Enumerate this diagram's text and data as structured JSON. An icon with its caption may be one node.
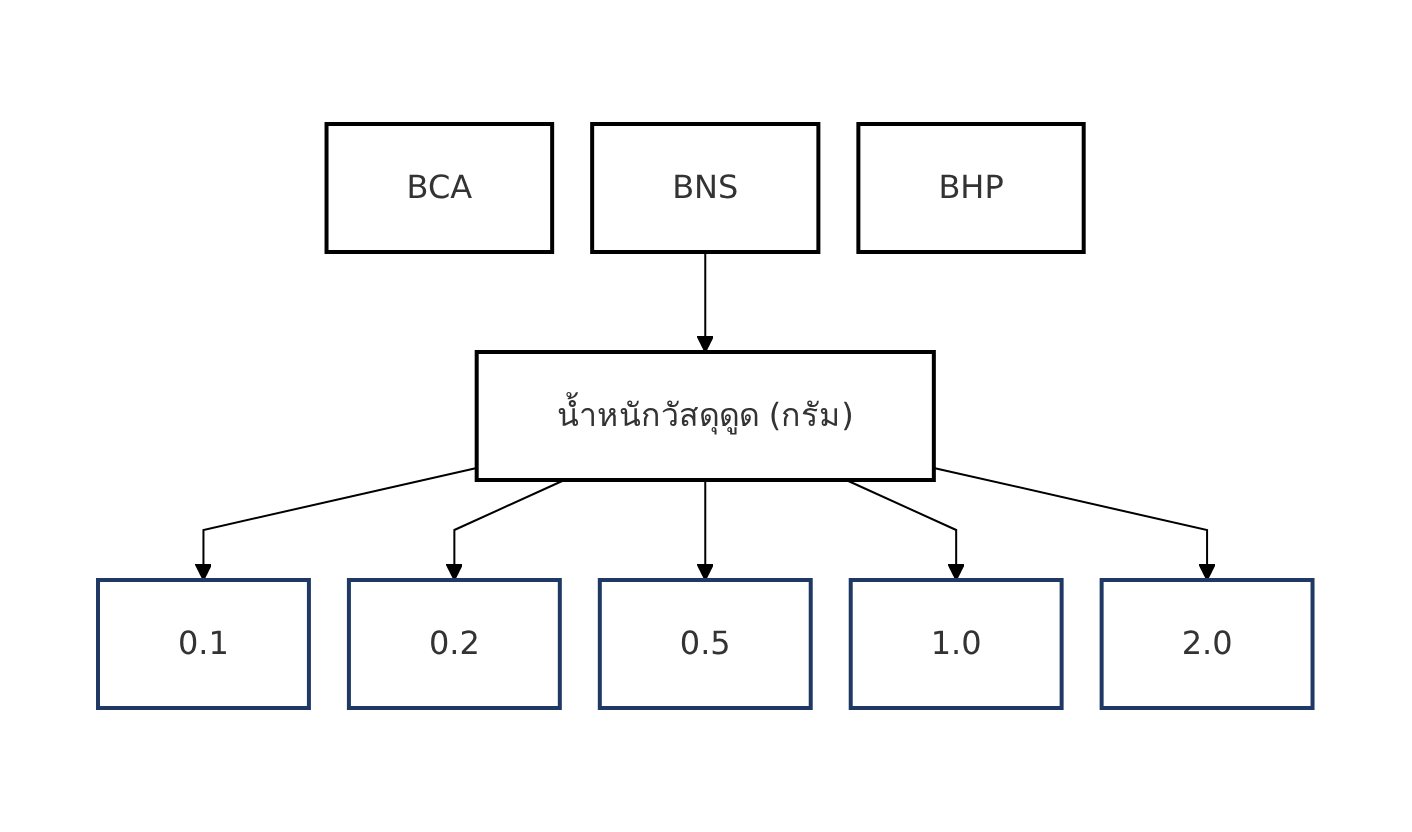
{
  "diagram": {
    "nodes": [
      {
        "text": [
          "BCA"
        ]
      },
      {
        "text": [
          "BNS"
        ]
      },
      {
        "text": [
          "BHP"
        ]
      },
      {
        "text": [
          "น้ำหนักวัสดุดูด (กรัม)"
        ]
      },
      {
        "text": [
          "0.1"
        ]
      },
      {
        "text": [
          "0.2"
        ]
      },
      {
        "text": [
          "0.5"
        ]
      },
      {
        "text": [
          "1.0"
        ]
      },
      {
        "text": [
          "2.0"
        ]
      }
    ],
    "edges": [
      {
        "from": 1,
        "to": 3,
        "arrow": "to"
      },
      {
        "from": 3,
        "to": 4,
        "arrow": "to"
      },
      {
        "from": 3,
        "to": 5,
        "arrow": "to"
      },
      {
        "from": 3,
        "to": 6,
        "arrow": "to"
      },
      {
        "from": 3,
        "to": 7,
        "arrow": "to"
      },
      {
        "from": 3,
        "to": 8,
        "arrow": "to"
      }
    ]
  }
}
